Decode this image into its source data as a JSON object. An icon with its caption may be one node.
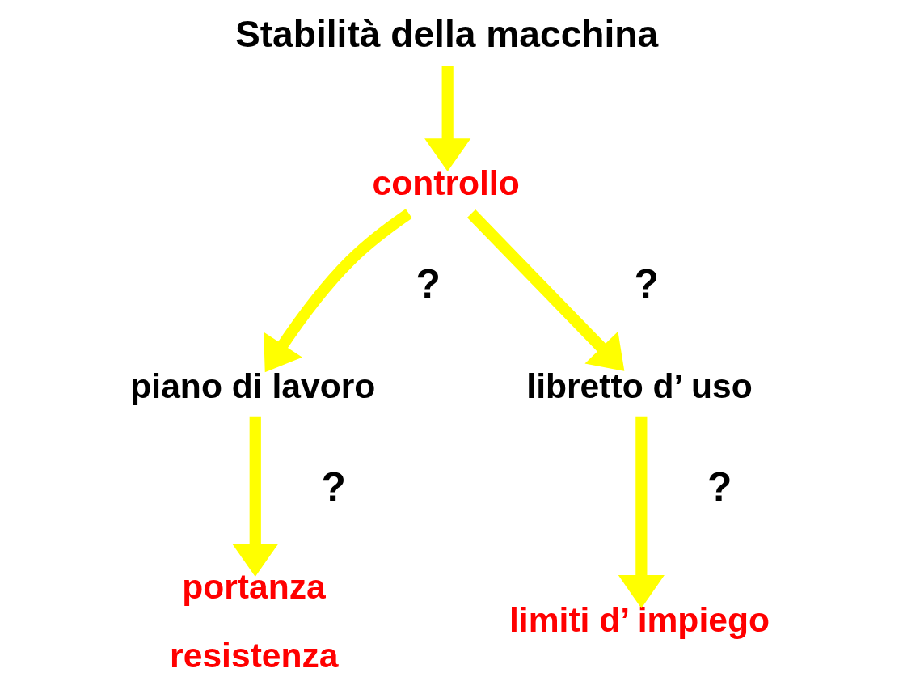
{
  "diagram": {
    "nodes": [
      {
        "text": [
          "Stabilità della macchina"
        ]
      },
      {
        "text": [
          "controllo"
        ]
      },
      {
        "text": [
          "piano di lavoro"
        ]
      },
      {
        "text": [
          "libretto d’ uso"
        ]
      },
      {
        "text": [
          "portanza",
          "resistenza"
        ]
      },
      {
        "text": [
          "limiti d’ impiego"
        ]
      }
    ],
    "edges": [
      {
        "from": 0,
        "to": 1,
        "arrow": "to"
      },
      {
        "from": 1,
        "to": 2,
        "arrow": "to",
        "label": "?"
      },
      {
        "from": 1,
        "to": 3,
        "arrow": "to",
        "label": "?"
      },
      {
        "from": 2,
        "to": 4,
        "arrow": "to",
        "label": "?"
      },
      {
        "from": 3,
        "to": 5,
        "arrow": "to",
        "label": "?"
      }
    ]
  }
}
